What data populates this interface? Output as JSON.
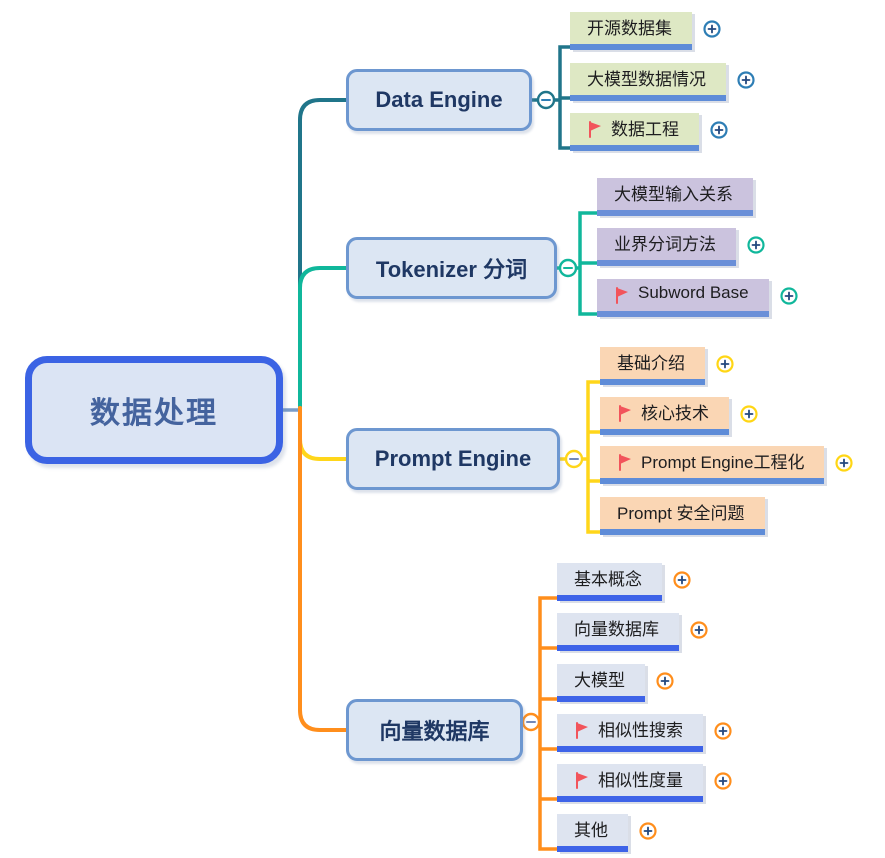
{
  "mindmap": {
    "root": {
      "label": "数据处理",
      "border_color": "#3B63E4",
      "fill": "#DBE4F4",
      "text_color": "#44639E"
    },
    "node_style": {
      "branch_fill": "#DCE6F3",
      "branch_border": "#6D97D0",
      "branch_text": "#1F3864",
      "plus_glyph": "#23487E",
      "stub_color": "#7A9CC9",
      "flag_color": "#F2545B"
    },
    "branches": [
      {
        "label": "Data Engine",
        "color": "#20758A",
        "child_fill": "#DEE8C4",
        "underline": "#5E8CD8",
        "plus_ring": "#2E7EB5",
        "minus_glyph": "#2E7EB5",
        "children": [
          {
            "label": "开源数据集",
            "flag": false,
            "plus": true
          },
          {
            "label": "大模型数据情况",
            "flag": false,
            "plus": true
          },
          {
            "label": "数据工程",
            "flag": true,
            "plus": true
          }
        ]
      },
      {
        "label": "Tokenizer 分词",
        "color": "#10B79B",
        "child_fill": "#CBC3DE",
        "underline": "#6A8FD8",
        "plus_ring": "#10B79B",
        "minus_glyph": "#10B79B",
        "children": [
          {
            "label": "大模型输入关系",
            "flag": false,
            "plus": false
          },
          {
            "label": "业界分词方法",
            "flag": false,
            "plus": true
          },
          {
            "label": "Subword Base",
            "flag": true,
            "plus": true
          }
        ]
      },
      {
        "label": "Prompt Engine",
        "color": "#FFD61A",
        "child_fill": "#FAD6B4",
        "underline": "#5E8CD8",
        "plus_ring": "#FFD615",
        "minus_glyph": "#7188B8",
        "children": [
          {
            "label": "基础介绍",
            "flag": false,
            "plus": true
          },
          {
            "label": "核心技术",
            "flag": true,
            "plus": true
          },
          {
            "label": "Prompt Engine工程化",
            "flag": true,
            "plus": true
          },
          {
            "label": "Prompt 安全问题",
            "flag": false,
            "plus": false
          }
        ]
      },
      {
        "label": "向量数据库",
        "color": "#FF8E1C",
        "child_fill": "#DEE4F0",
        "underline": "#3E63E8",
        "plus_ring": "#FF8E1C",
        "minus_glyph": "#7188B8",
        "children": [
          {
            "label": "基本概念",
            "flag": false,
            "plus": true
          },
          {
            "label": "向量数据库",
            "flag": false,
            "plus": true
          },
          {
            "label": "大模型",
            "flag": false,
            "plus": true
          },
          {
            "label": "相似性搜索",
            "flag": true,
            "plus": true
          },
          {
            "label": "相似性度量",
            "flag": true,
            "plus": true
          },
          {
            "label": "其他",
            "flag": false,
            "plus": true
          }
        ]
      }
    ]
  }
}
